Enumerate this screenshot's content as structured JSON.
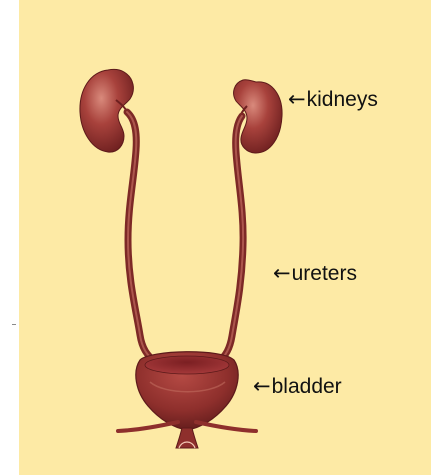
{
  "colors": {
    "background": "#fdeaa5",
    "organ": "#9b3a37",
    "organ_highlight": "#c56d63",
    "organ_shadow": "#6d1f1f",
    "label_text": "#111111"
  },
  "labels": {
    "arrow_glyph": "←",
    "kidneys": "kidneys",
    "ureters": "ureters",
    "bladder": "bladder"
  }
}
